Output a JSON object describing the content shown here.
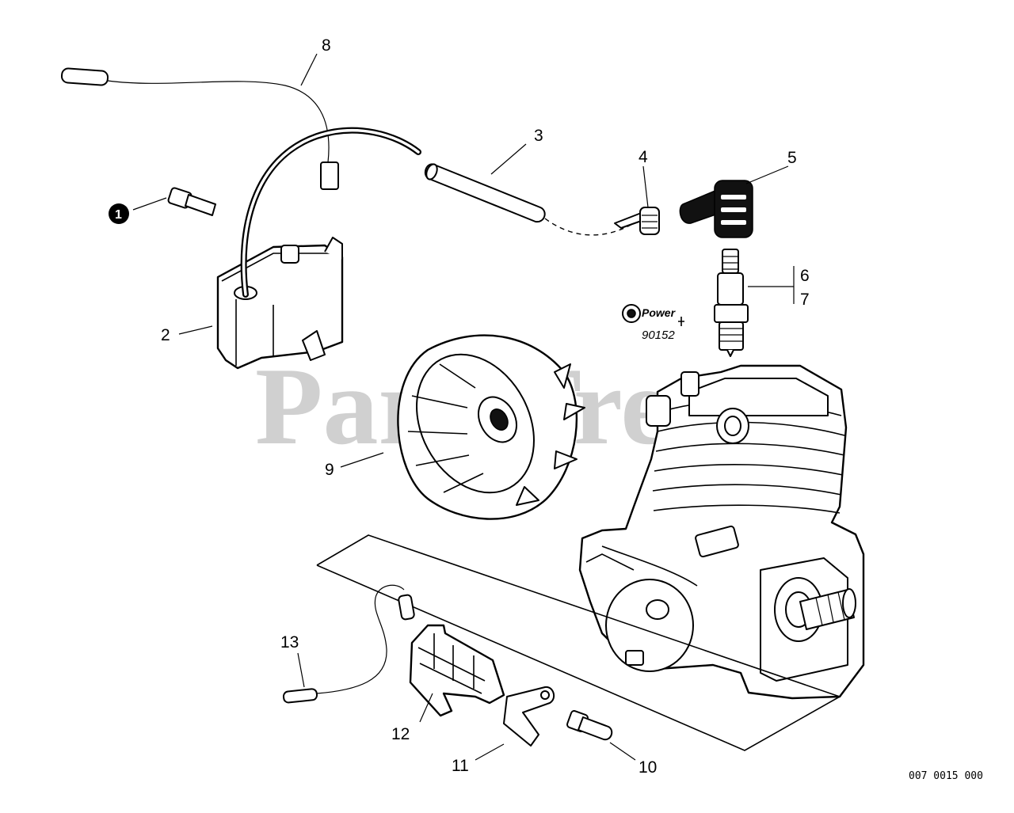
{
  "diagram": {
    "callouts": [
      {
        "id": "c1",
        "text": "1"
      },
      {
        "id": "c2",
        "text": "2"
      },
      {
        "id": "c3",
        "text": "3"
      },
      {
        "id": "c4",
        "text": "4"
      },
      {
        "id": "c5",
        "text": "5"
      },
      {
        "id": "c6",
        "text": "6"
      },
      {
        "id": "c7",
        "text": "7"
      },
      {
        "id": "c8",
        "text": "8"
      },
      {
        "id": "c9",
        "text": "9"
      },
      {
        "id": "c10",
        "text": "10"
      },
      {
        "id": "c11",
        "text": "11"
      },
      {
        "id": "c12",
        "text": "12"
      },
      {
        "id": "c13",
        "text": "13"
      }
    ],
    "power_logo": {
      "brand": "Power",
      "number": "90152"
    },
    "watermark": {
      "text": "PartsTree",
      "trademark": "™"
    },
    "figure_code": "007 0015 000"
  }
}
